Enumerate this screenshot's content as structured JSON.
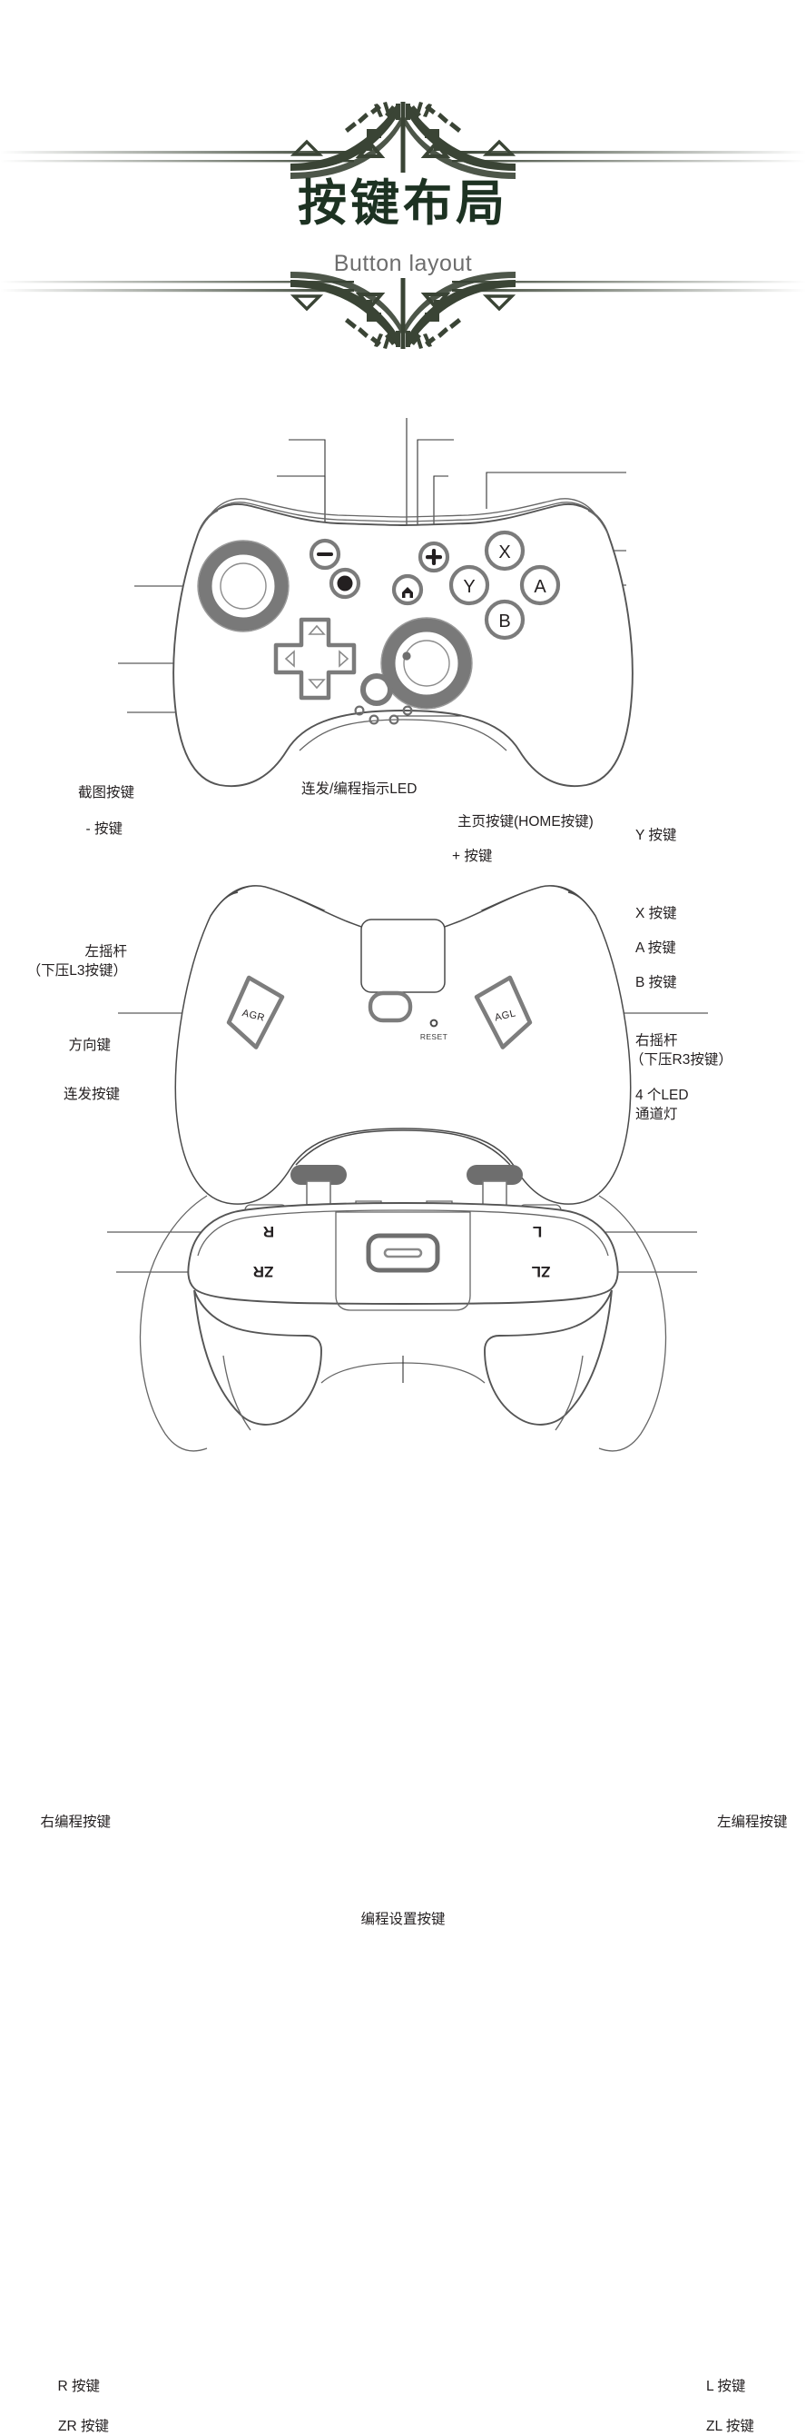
{
  "header": {
    "title_cn": "按键布局",
    "title_en": "Button layout",
    "title_color": "#1d3222",
    "subtitle_color": "#6d6d6d",
    "ornament_color": "#3a4435",
    "ornament_name": "art-deco-tribal-divider"
  },
  "front_view": {
    "name": "controller-front-view",
    "labels_left": [
      {
        "id": "left-stick",
        "text": "左摇杆",
        "text2": "（下压L3按键）"
      },
      {
        "id": "dpad",
        "text": "方向键",
        "text2": ""
      },
      {
        "id": "turbo-button",
        "text": "连发按键",
        "text2": ""
      }
    ],
    "labels_top": [
      {
        "id": "capture-button",
        "text": "截图按键"
      },
      {
        "id": "minus-button",
        "text": "- 按键"
      },
      {
        "id": "turbo-led",
        "text": "连发/编程指示LED"
      },
      {
        "id": "home-button",
        "text": "主页按键(HOME按键)"
      },
      {
        "id": "plus-button",
        "text": "+ 按键"
      }
    ],
    "labels_right": [
      {
        "id": "y-button",
        "text": "Y 按键",
        "text2": ""
      },
      {
        "id": "x-button",
        "text": "X 按键",
        "text2": ""
      },
      {
        "id": "a-button",
        "text": "A 按键",
        "text2": ""
      },
      {
        "id": "b-button",
        "text": "B 按键",
        "text2": ""
      },
      {
        "id": "right-stick",
        "text": "右摇杆",
        "text2": "（下压R3按键）"
      },
      {
        "id": "led-channels",
        "text": "4 个LED",
        "text2": "通道灯"
      }
    ],
    "face_buttons": [
      {
        "id": "x",
        "glyph": "X"
      },
      {
        "id": "y",
        "glyph": "Y"
      },
      {
        "id": "a",
        "glyph": "A"
      },
      {
        "id": "b",
        "glyph": "B"
      }
    ],
    "system_buttons": [
      {
        "id": "minus",
        "glyph": "minus-icon"
      },
      {
        "id": "capture",
        "glyph": "capture-circle-icon"
      },
      {
        "id": "home",
        "glyph": "home-icon"
      },
      {
        "id": "plus",
        "glyph": "plus-icon"
      }
    ],
    "led_count": 4
  },
  "back_view": {
    "name": "controller-back-view",
    "labels": [
      {
        "id": "right-program-button",
        "text": "右编程按键",
        "side": "left"
      },
      {
        "id": "left-program-button",
        "text": "左编程按键",
        "side": "right"
      },
      {
        "id": "program-set-button",
        "text": "编程设置按键",
        "side": "bottom"
      }
    ],
    "paddles": [
      {
        "id": "agr-paddle",
        "text": "AGR"
      },
      {
        "id": "agl-paddle",
        "text": "AGL"
      }
    ],
    "reset": {
      "id": "reset-pinhole",
      "text": "RESET"
    }
  },
  "shoulder_view": {
    "name": "controller-shoulder-view",
    "labels_left": [
      {
        "id": "r-button",
        "text": "R 按键"
      },
      {
        "id": "zr-button",
        "text": "ZR 按键"
      }
    ],
    "labels_right": [
      {
        "id": "l-button",
        "text": "L 按键"
      },
      {
        "id": "zl-button",
        "text": "ZL 按键"
      }
    ],
    "markings": [
      {
        "id": "r-mark",
        "text": "R"
      },
      {
        "id": "l-mark",
        "text": "L"
      },
      {
        "id": "zr-mark",
        "text": "ZR"
      },
      {
        "id": "zl-mark",
        "text": "ZL"
      }
    ],
    "port": {
      "id": "usb-c-port",
      "text": ""
    }
  }
}
